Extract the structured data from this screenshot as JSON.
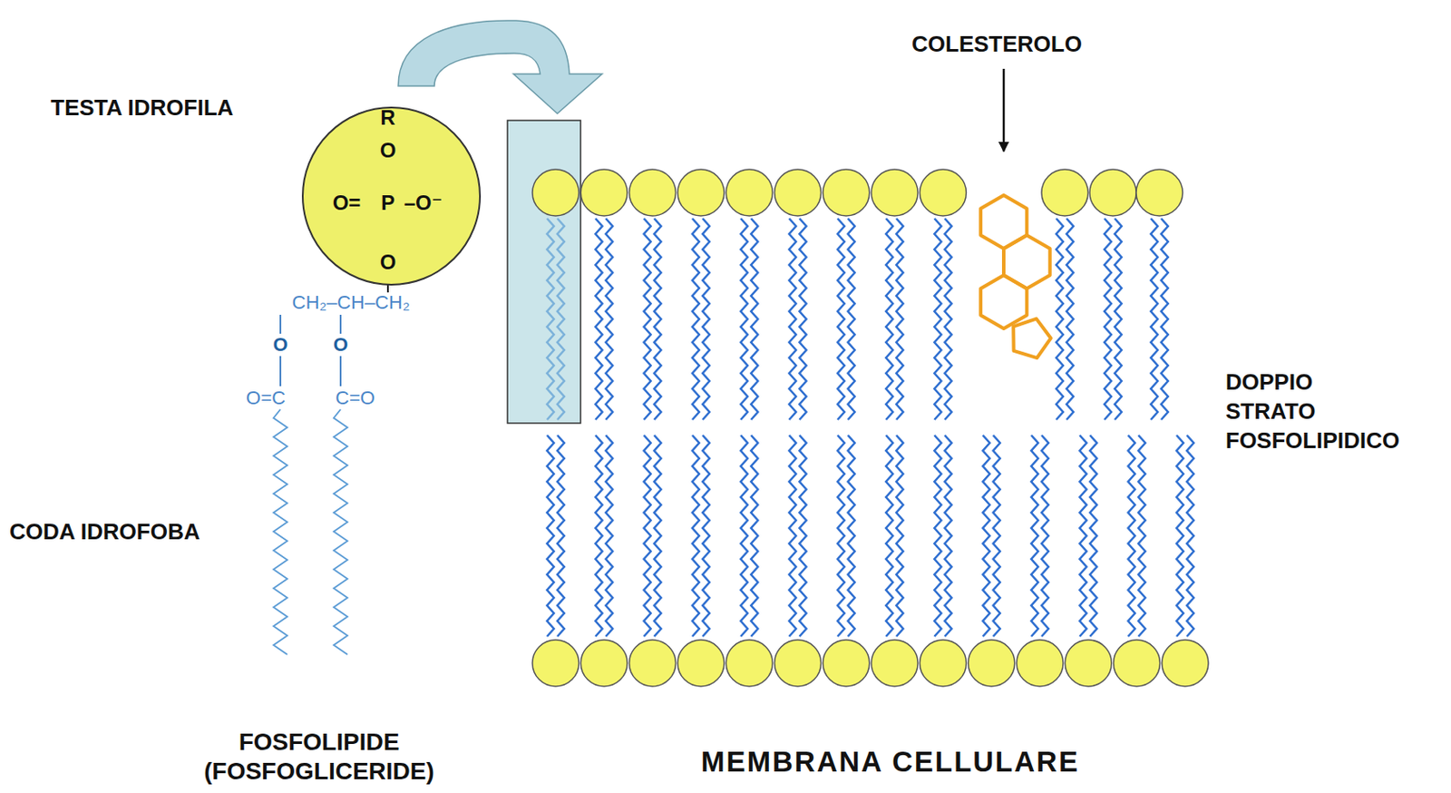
{
  "diagram": {
    "nodes": [
      {
        "text": [
          "R",
          "O",
          "O=",
          "P",
          "–O⁻",
          "O"
        ]
      }
    ],
    "labels": [
      "TESTA IDROFILA",
      "CODA IDROFOBA",
      "FOSFOLIPIDE (FOSFOGLICERIDE)",
      "COLESTEROLO",
      "DOPPIO STRATO FOSFOLIPIDICO",
      "MEMBRANA CELLULARE",
      "CH₂–CH–CH₂",
      "O",
      "O",
      "O=C",
      "C=O"
    ]
  }
}
